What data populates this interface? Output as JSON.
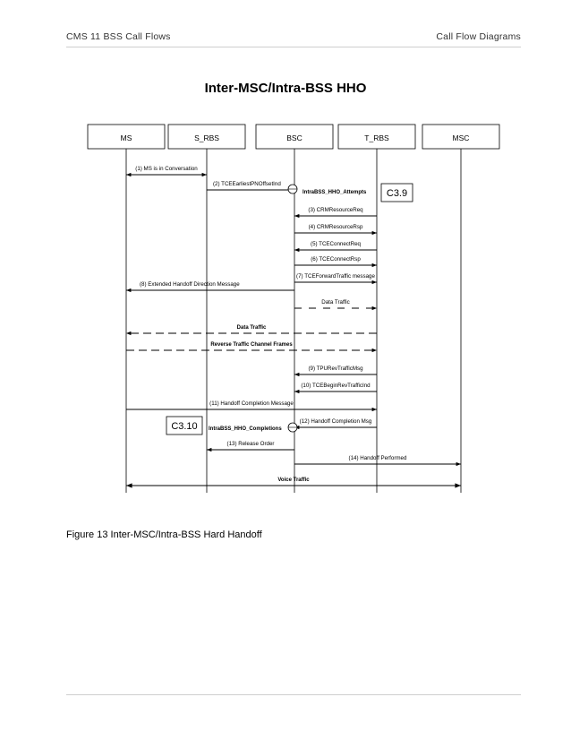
{
  "header": {
    "left": "CMS 11 BSS Call Flows",
    "right": "Call Flow Diagrams"
  },
  "title": "Inter-MSC/Intra-BSS HHO",
  "entities": [
    "MS",
    "S_RBS",
    "BSC",
    "T_RBS",
    "MSC"
  ],
  "messages": [
    {
      "label": "(1) MS is in Conversation",
      "from": "MS",
      "to": "S_RBS",
      "style": "double"
    },
    {
      "label": "(2) TCEEarliestPNOffsetInd",
      "from": "S_RBS",
      "to": "BSC",
      "style": "solid"
    },
    {
      "label": "(3) CRMResourceReq",
      "from": "T_RBS",
      "to": "BSC",
      "style": "solid"
    },
    {
      "label": "(4) CRMResourceRsp",
      "from": "BSC",
      "to": "T_RBS",
      "style": "solid"
    },
    {
      "label": "(5) TCEConnectReq",
      "from": "T_RBS",
      "to": "BSC",
      "style": "solid"
    },
    {
      "label": "(6) TCEConnectRsp",
      "from": "BSC",
      "to": "T_RBS",
      "style": "solid"
    },
    {
      "label": "(7) TCEForwardTraffic message",
      "from": "BSC",
      "to": "T_RBS",
      "style": "solid"
    },
    {
      "label": "(8) Extended Handoff Direction Message",
      "from": "BSC",
      "to": "MS",
      "style": "solid"
    },
    {
      "label": "Data Traffic",
      "from": "BSC",
      "to": "T_RBS",
      "style": "dashed"
    },
    {
      "label": "Data Traffic",
      "from": "T_RBS",
      "to": "MS",
      "style": "dashed",
      "bold": true
    },
    {
      "label": "Reverse Traffic Channel Frames",
      "from": "MS",
      "to": "T_RBS",
      "style": "dashed",
      "bold": true
    },
    {
      "label": "(9) TPURevTrafficMsg",
      "from": "T_RBS",
      "to": "BSC",
      "style": "solid"
    },
    {
      "label": "(10) TCEBeginRevTrafficInd",
      "from": "T_RBS",
      "to": "BSC",
      "style": "solid"
    },
    {
      "label": "(11) Handoff Completion Message",
      "from": "MS",
      "to": "T_RBS",
      "style": "solid"
    },
    {
      "label": "(12) Handoff Completion Msg",
      "from": "T_RBS",
      "to": "BSC",
      "style": "solid"
    },
    {
      "label": "(13) Release Order",
      "from": "BSC",
      "to": "S_RBS",
      "style": "solid"
    },
    {
      "label": "(14) Handoff Performed",
      "from": "BSC",
      "to": "MSC",
      "style": "solid"
    },
    {
      "label": "Voice Traffic",
      "from": "MS",
      "to": "MSC",
      "style": "double",
      "bold": true
    }
  ],
  "counters": [
    {
      "label": "IntraBSS_HHO_Attempts",
      "ref": "C3.9"
    },
    {
      "label": "IntraBSS_HHO_Completions",
      "ref": "C3.10"
    }
  ],
  "caption": "Figure 13  Inter-MSC/Intra-BSS Hard Handoff"
}
